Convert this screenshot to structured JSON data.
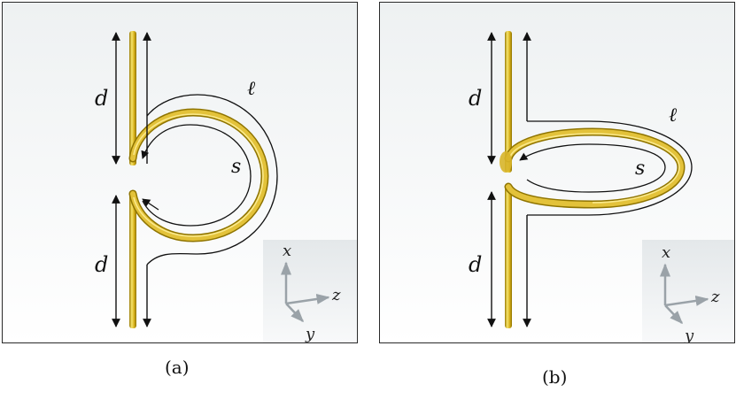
{
  "panels": [
    {
      "id": "a",
      "caption": "(a)",
      "labels": {
        "d_top": "d",
        "d_bottom": "d",
        "ell": "ℓ",
        "s": "s"
      },
      "axes": {
        "x": "x",
        "y": "y",
        "z": "z"
      }
    },
    {
      "id": "b",
      "caption": "(b)",
      "labels": {
        "d_top": "d",
        "d_bottom": "d",
        "ell": "ℓ",
        "s": "s"
      },
      "axes": {
        "x": "x",
        "y": "y",
        "z": "z"
      }
    }
  ],
  "colors": {
    "wire": "#d6b21e",
    "wire_highlight": "#fff3a0",
    "wire_shadow": "#8f7400",
    "background_top": "#f1f3f4",
    "background_bottom": "#ffffff",
    "axes_gray": "#9aa2a8"
  }
}
